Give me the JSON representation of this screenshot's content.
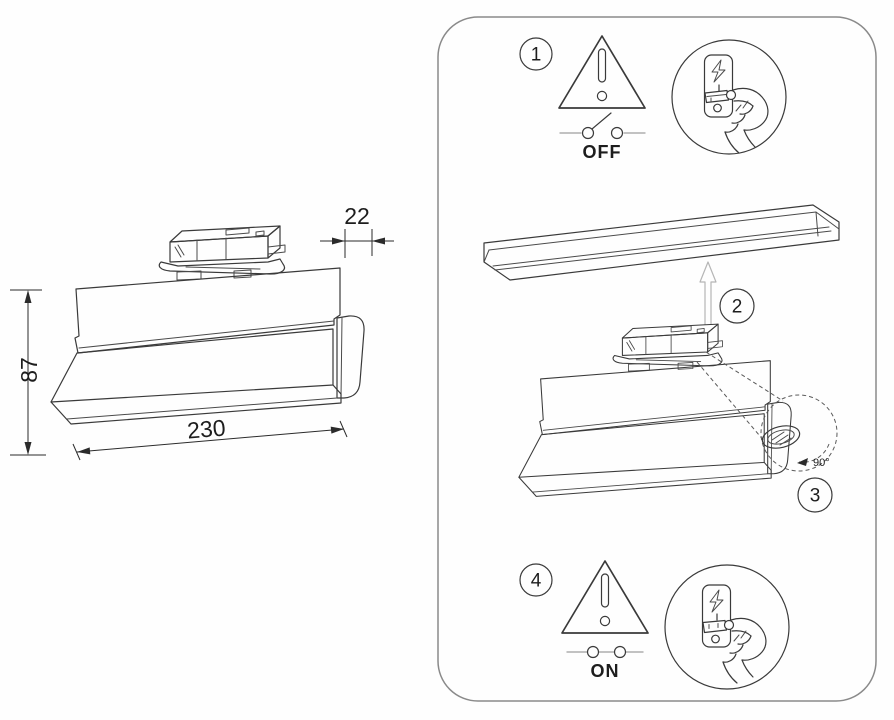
{
  "drawing": {
    "dim_depth": "22",
    "dim_height": "87",
    "dim_length": "230"
  },
  "steps": {
    "s1": {
      "number": "1",
      "label": "OFF"
    },
    "s2": {
      "number": "2"
    },
    "s3": {
      "number": "3",
      "angle": "90°"
    },
    "s4": {
      "number": "4",
      "label": "ON"
    }
  },
  "colors": {
    "line": "#3a3a3a",
    "muted_line": "#9e9e9e",
    "panel_border": "#8a8a8a",
    "text": "#1d1d1d"
  }
}
